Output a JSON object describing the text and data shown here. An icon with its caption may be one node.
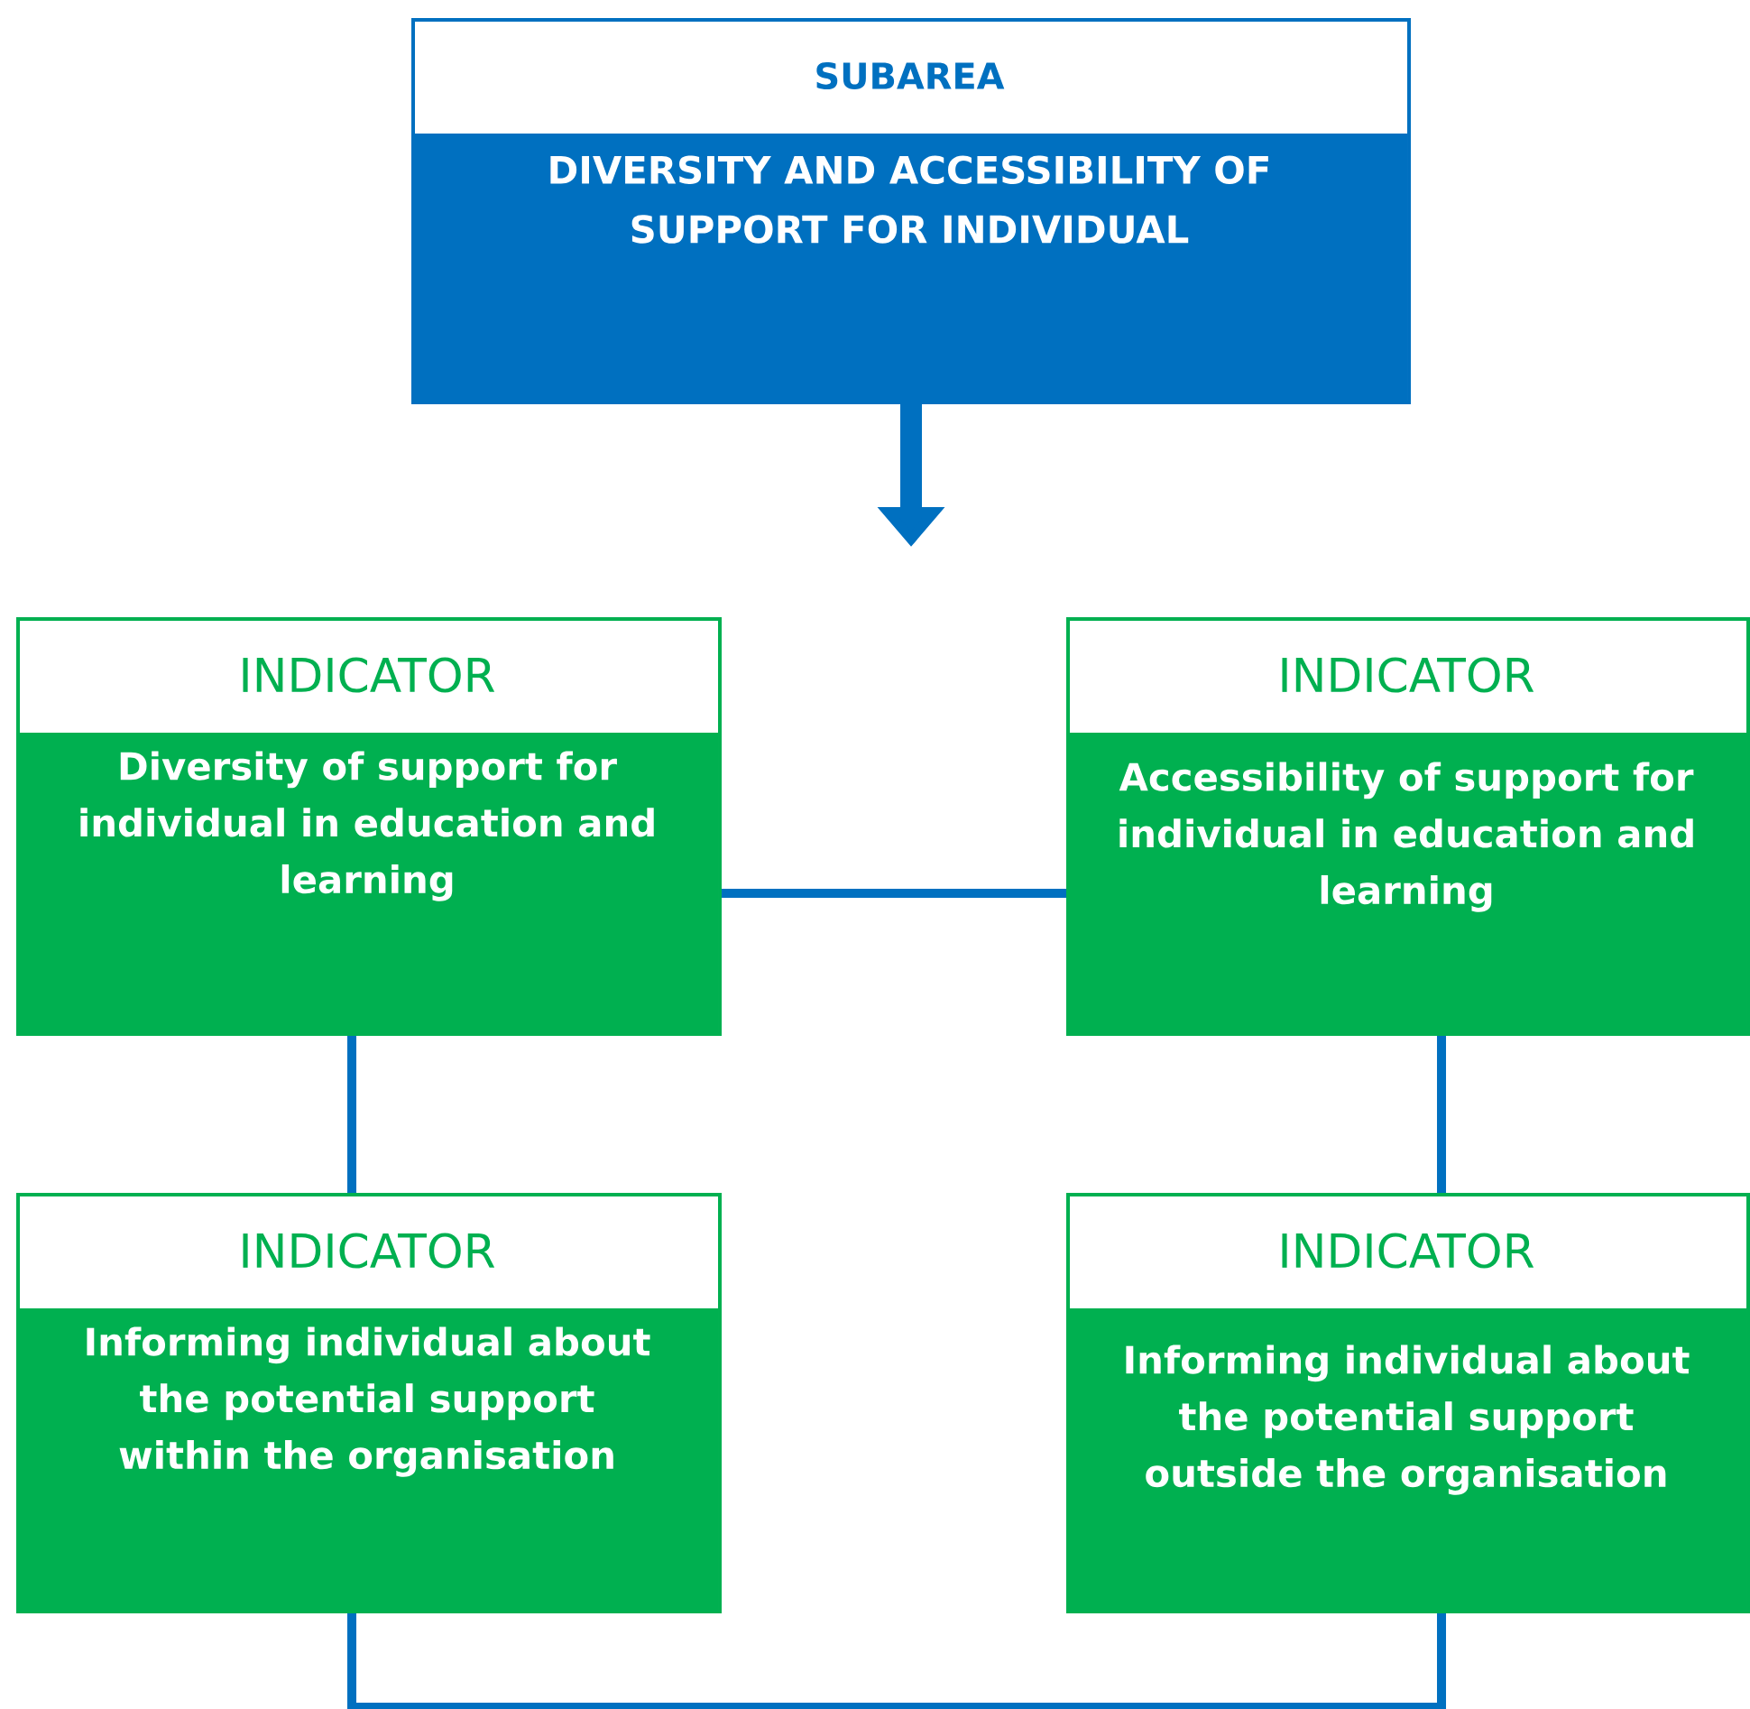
{
  "diagram": {
    "nodes": [
      {
        "text": [
          "SUBAREA",
          "DIVERSITY AND ACCESSIBILITY OF SUPPORT FOR INDIVIDUAL"
        ]
      },
      {
        "text": [
          "INDICATOR",
          "Diversity of support for individual in education and learning"
        ]
      },
      {
        "text": [
          "INDICATOR",
          "Accessibility of support for individual in education and learning"
        ]
      },
      {
        "text": [
          "INDICATOR",
          "Informing individual about the potential support within the organisation"
        ]
      },
      {
        "text": [
          "INDICATOR",
          "Informing individual about the potential support outside the organisation"
        ]
      }
    ],
    "edges": [
      {
        "from": 0,
        "to": null,
        "arrow": "to",
        "style": "thick"
      },
      {
        "from": 1,
        "to": 2,
        "arrow": "none"
      },
      {
        "from": 1,
        "to": 3,
        "arrow": "none"
      },
      {
        "from": 2,
        "to": 4,
        "arrow": "none"
      },
      {
        "from": 3,
        "to": 4,
        "arrow": "none"
      }
    ]
  }
}
